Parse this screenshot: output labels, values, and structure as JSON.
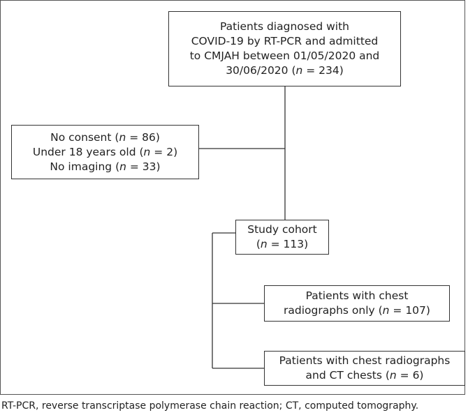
{
  "top_box": {
    "lines": [
      "Patients diagnosed with",
      "COVID-19 by RT-PCR and admitted",
      "to CMJAH between  01/05/2020 and",
      "30/06/2020 ("
    ],
    "n_label": "n",
    "n_value": " = 234)"
  },
  "exclusion_box": {
    "items": [
      {
        "prefix": "No consent (",
        "n_label": "n",
        "suffix": " = 86)"
      },
      {
        "prefix": "Under 18 years old (",
        "n_label": "n",
        "suffix": " = 2)"
      },
      {
        "prefix": "No imaging (",
        "n_label": "n",
        "suffix": " = 33)"
      }
    ]
  },
  "cohort_box": {
    "title": "Study cohort",
    "prefix": "(",
    "n_label": "n",
    "suffix": " = 113)"
  },
  "radiograph_box": {
    "line1": "Patients with chest",
    "prefix": "radiographs only (",
    "n_label": "n",
    "suffix": " = 107)"
  },
  "ct_box": {
    "line1": "Patients with chest radiographs",
    "prefix": "and CT chests (",
    "n_label": "n",
    "suffix": " = 6)"
  },
  "caption": "RT-PCR, reverse transcriptase polymerase chain reaction; CT, computed tomography."
}
